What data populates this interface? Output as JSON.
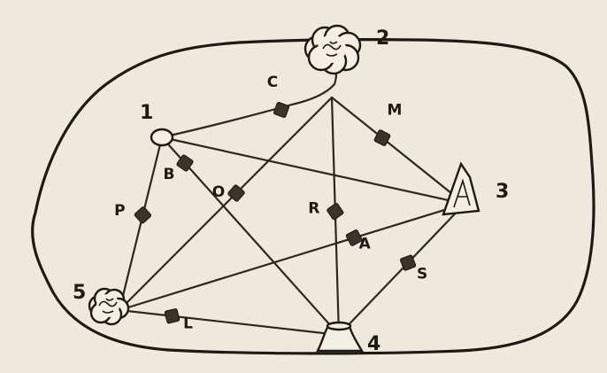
{
  "diagram": {
    "nodes": [
      {
        "id": "1",
        "label": "1",
        "kind": "ring"
      },
      {
        "id": "2",
        "label": "2",
        "kind": "bush"
      },
      {
        "id": "3",
        "label": "3",
        "kind": "spike"
      },
      {
        "id": "4",
        "label": "4",
        "kind": "stump"
      },
      {
        "id": "5",
        "label": "5",
        "kind": "bush"
      }
    ],
    "edges": [
      {
        "from": "1",
        "to": "2",
        "label": "C"
      },
      {
        "from": "2",
        "to": "3",
        "label": "M"
      },
      {
        "from": "1",
        "to": "4",
        "label": "B"
      },
      {
        "from": "2",
        "to": "5",
        "label": "O"
      },
      {
        "from": "1",
        "to": "5",
        "label": "P"
      },
      {
        "from": "2",
        "to": "4",
        "label": "R"
      },
      {
        "from": "5",
        "to": "3",
        "label": "A"
      },
      {
        "from": "4",
        "to": "3",
        "label": "S"
      },
      {
        "from": "5",
        "to": "4",
        "label": "L"
      },
      {
        "from": "1",
        "to": "3",
        "label": ""
      }
    ]
  },
  "colors": {
    "ink": "#1d1a16",
    "paper": "#efe9dd",
    "marker": "#3a342d"
  }
}
